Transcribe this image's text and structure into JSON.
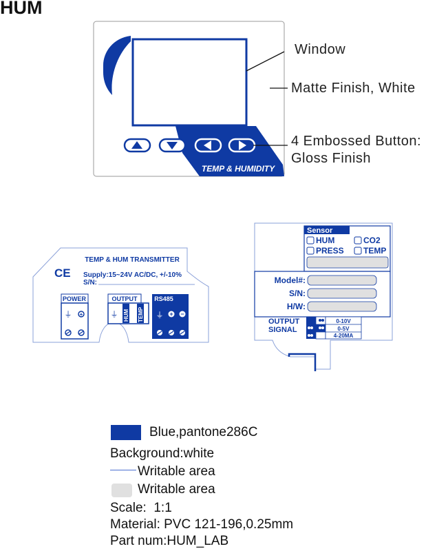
{
  "page_title": "HUM",
  "front_label": {
    "brand_text": "TEMP & HUMIDITY",
    "callouts": {
      "window": "Window",
      "matte": "Matte Finish, White",
      "buttons_line1": "4 Embossed Button:",
      "buttons_line2": "Gloss Finish"
    },
    "buttons": [
      "up",
      "down",
      "left",
      "right"
    ]
  },
  "transmitter_label": {
    "title": "TEMP & HUM TRANSMITTER",
    "ce_mark": "CE",
    "supply": "Supply:15~24V AC/DC, +/-10%",
    "sn": "S/N:",
    "power_header": "POWER",
    "output_header": "OUTPUT",
    "rs485_header": "RS485",
    "output_terms": [
      "HUM",
      "TEMP"
    ]
  },
  "sensor_label": {
    "sensor_header": "Sensor",
    "options": [
      "HUM",
      "CO2",
      "PRESS",
      "TEMP"
    ],
    "fields": [
      "Model#:",
      "S/N:",
      "H/W:"
    ],
    "output_signal_line1": "OUTPUT",
    "output_signal_line2": "SIGNAL",
    "signal_ranges": [
      "0-10V",
      "0-5V",
      "4-20MA"
    ]
  },
  "legend": {
    "blue_swatch_label": "Blue,pantone286C",
    "background": "Background:white",
    "writable_line_label": "Writable area",
    "writable_fill_label": "Writable area",
    "scale": "Scale:  1:1",
    "material": "Material: PVC 121-196,0.25mm",
    "part_num": "Part num:HUM_LAB"
  },
  "colors": {
    "blue": "#0f3aa3",
    "writable_gray": "#e0e0e0",
    "outline_gray": "#9a9a9a"
  }
}
